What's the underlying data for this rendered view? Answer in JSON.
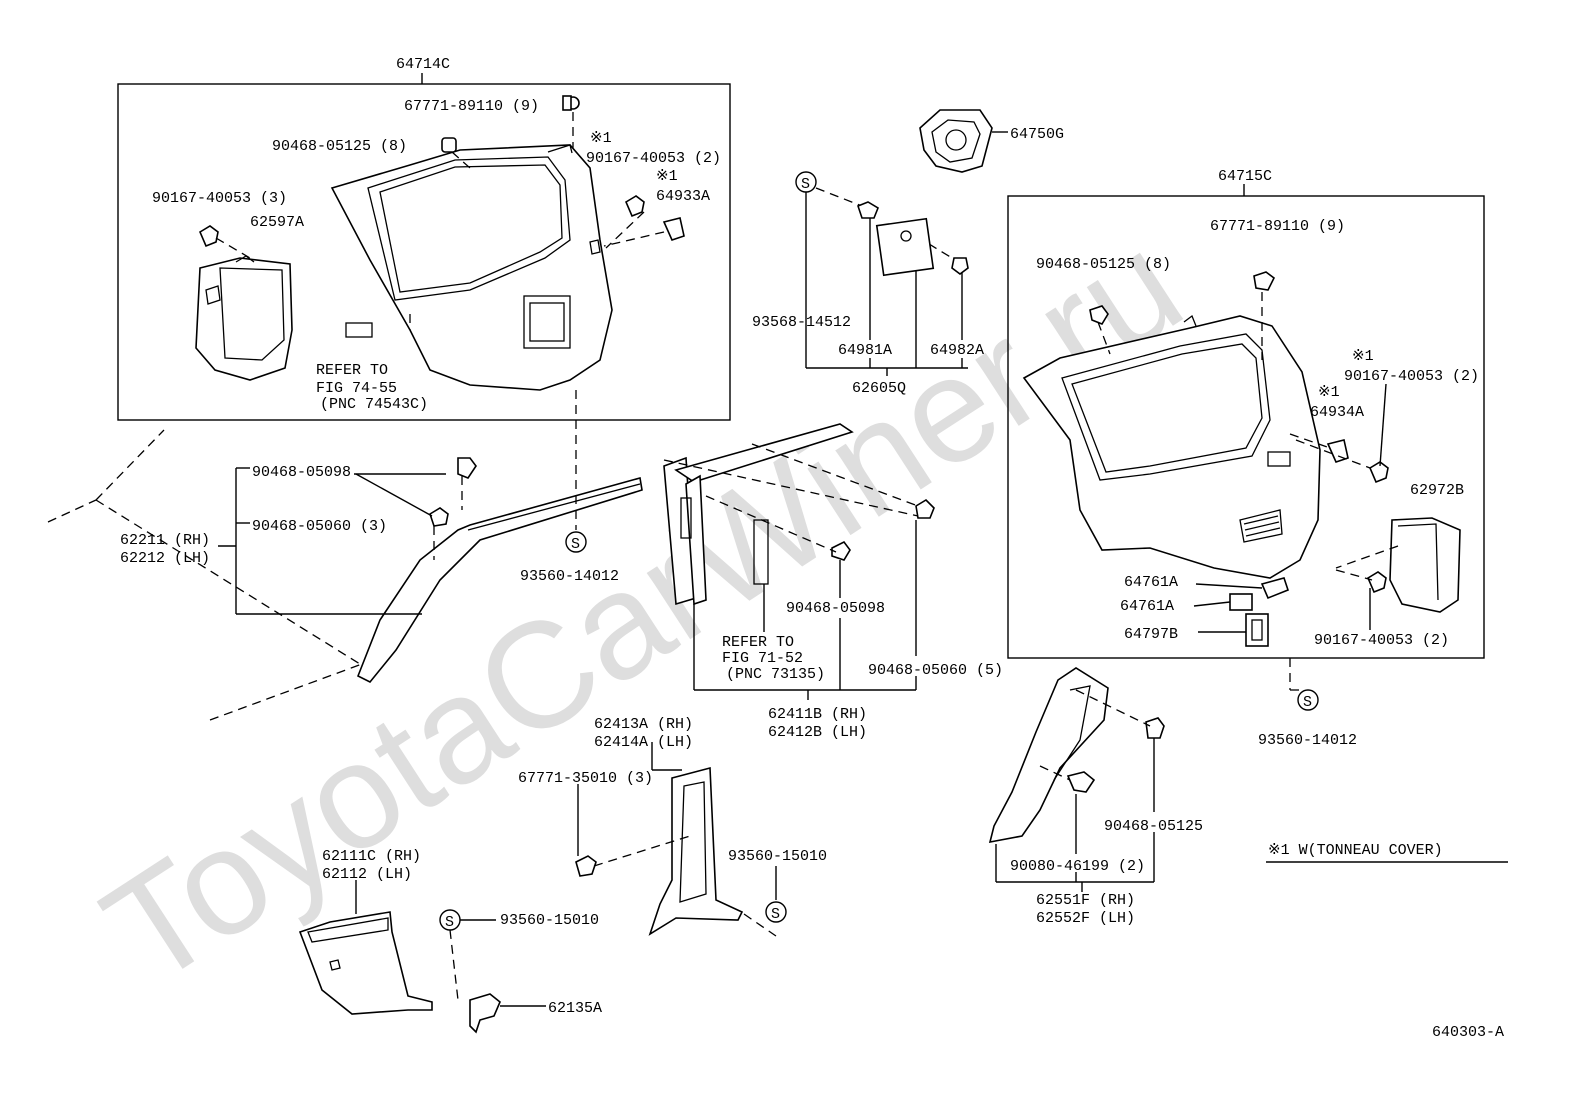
{
  "watermark": "ToyotaCarWiner.ru",
  "figure_code": "640303-A",
  "legend_note": "※1 W(TONNEAU  COVER)",
  "groups": {
    "left_panel": "64714C",
    "right_panel": "64715C",
    "center_bracket": "62605Q"
  },
  "refs": {
    "left": [
      "REFER TO",
      "FIG 74-55",
      "(PNC 74543C)"
    ],
    "center": [
      "REFER TO",
      "FIG 71-52",
      "(PNC 73135)"
    ]
  },
  "labels": [
    "67771-89110 (9)",
    "90468-05125 (8)",
    "※1",
    "90167-40053 (2)",
    "※1",
    "64933A",
    "90167-40053 (3)",
    "62597A",
    "64750G",
    "93568-14512",
    "64981A",
    "64982A",
    "90468-05098",
    "90468-05060 (3)",
    "62211 (RH)",
    "62212 (LH)",
    "93560-14012",
    "90468-05098",
    "90468-05060 (5)",
    "62411B (RH)",
    "62412B (LH)",
    "62413A (RH)",
    "62414A (LH)",
    "67771-35010 (3)",
    "93560-15010",
    "62111C (RH)",
    "62112  (LH)",
    "93560-15010",
    "62135A",
    "67771-89110 (9)",
    "90468-05125 (8)",
    "※1",
    "90167-40053 (2)",
    "※1",
    "64934A",
    "62972B",
    "64761A",
    "64761A",
    "64797B",
    "90167-40053 (2)",
    "93560-14012",
    "90468-05125",
    "90080-46199 (2)",
    "62551F (RH)",
    "62552F (LH)"
  ],
  "s_symbol": "S"
}
